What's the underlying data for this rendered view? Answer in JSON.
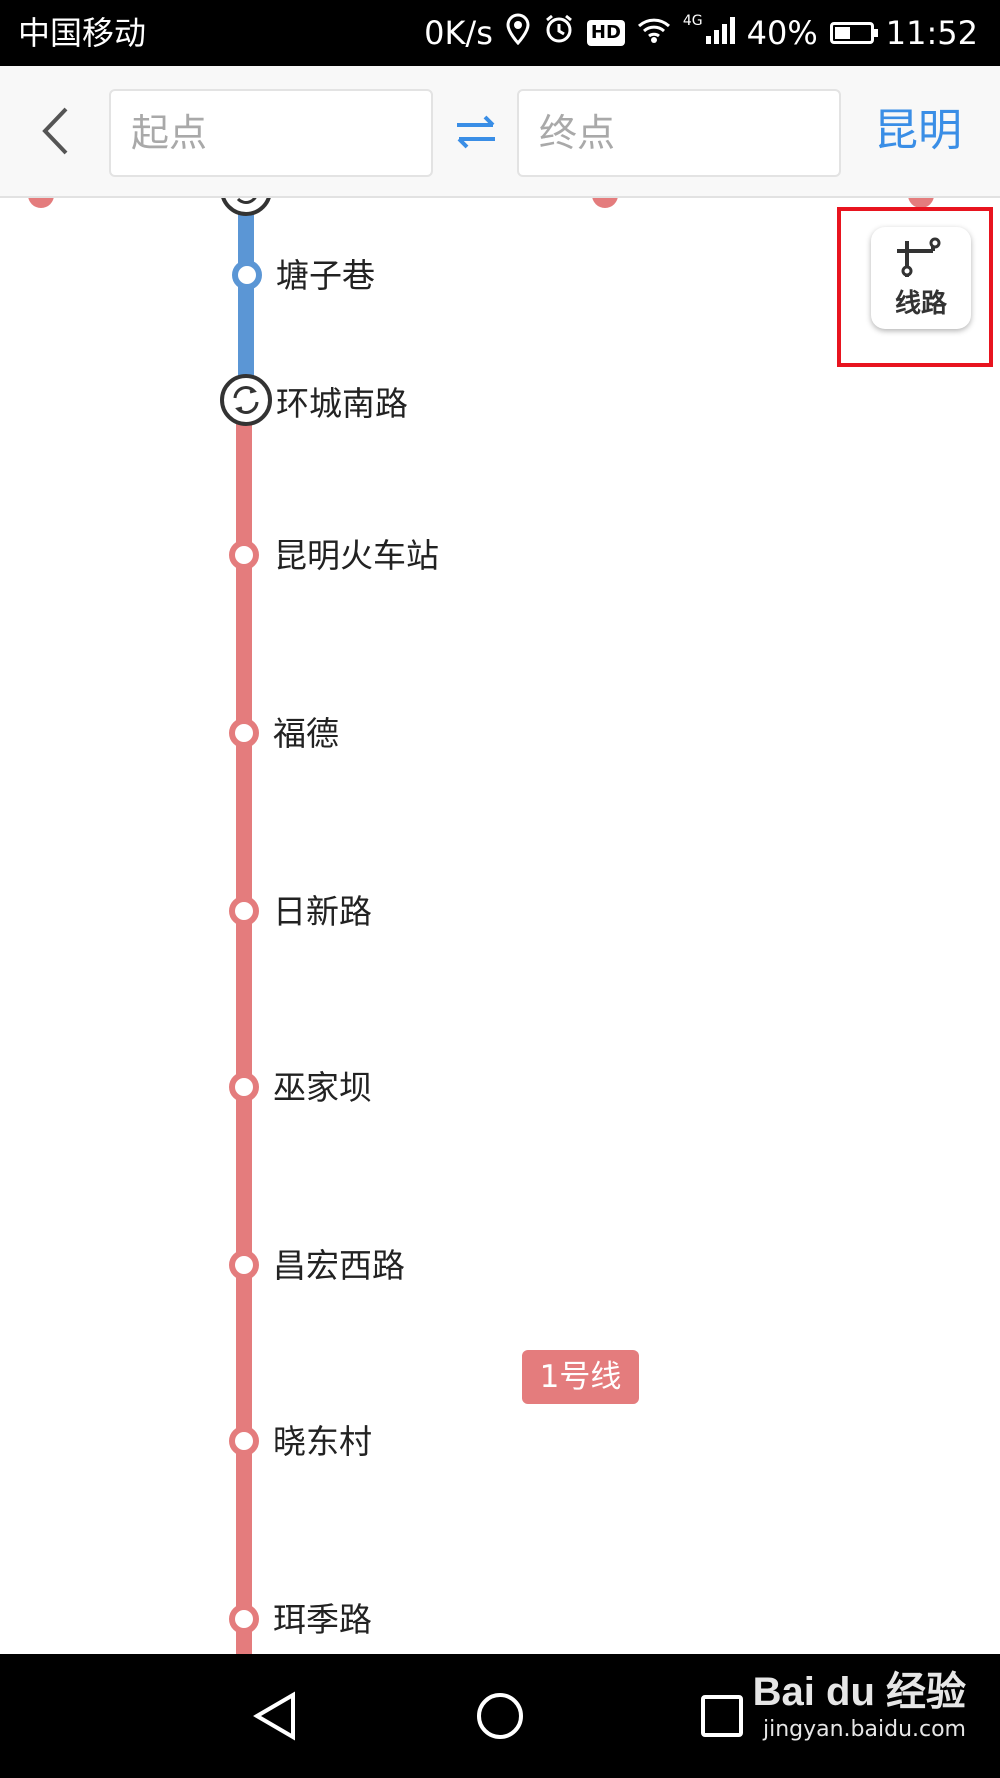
{
  "status_bar": {
    "carrier": "中国移动",
    "speed": "0K/s",
    "hd": "HD",
    "network": "4G",
    "battery": "40%",
    "time": "11:52"
  },
  "header": {
    "start_placeholder": "起点",
    "end_placeholder": "终点",
    "city": "昆明"
  },
  "route_button": {
    "label": "线路"
  },
  "map": {
    "stations": [
      {
        "name": "塘子巷",
        "line": "blue",
        "transfer": false
      },
      {
        "name": "环城南路",
        "line": "red",
        "transfer": true
      },
      {
        "name": "昆明火车站",
        "line": "red",
        "transfer": false
      },
      {
        "name": "福德",
        "line": "red",
        "transfer": false
      },
      {
        "name": "日新路",
        "line": "red",
        "transfer": false
      },
      {
        "name": "巫家坝",
        "line": "red",
        "transfer": false
      },
      {
        "name": "昌宏西路",
        "line": "red",
        "transfer": false
      },
      {
        "name": "晓东村",
        "line": "red",
        "transfer": false
      },
      {
        "name": "珥季路",
        "line": "red",
        "transfer": false
      }
    ],
    "line_badge": "1号线",
    "colors": {
      "line1_red": "#e47c7d",
      "line_blue": "#5b96d5",
      "accent": "#3a8ee6",
      "highlight": "#e8141f"
    }
  },
  "watermark": {
    "brand": "Bai du 经验",
    "url": "jingyan.baidu.com"
  }
}
